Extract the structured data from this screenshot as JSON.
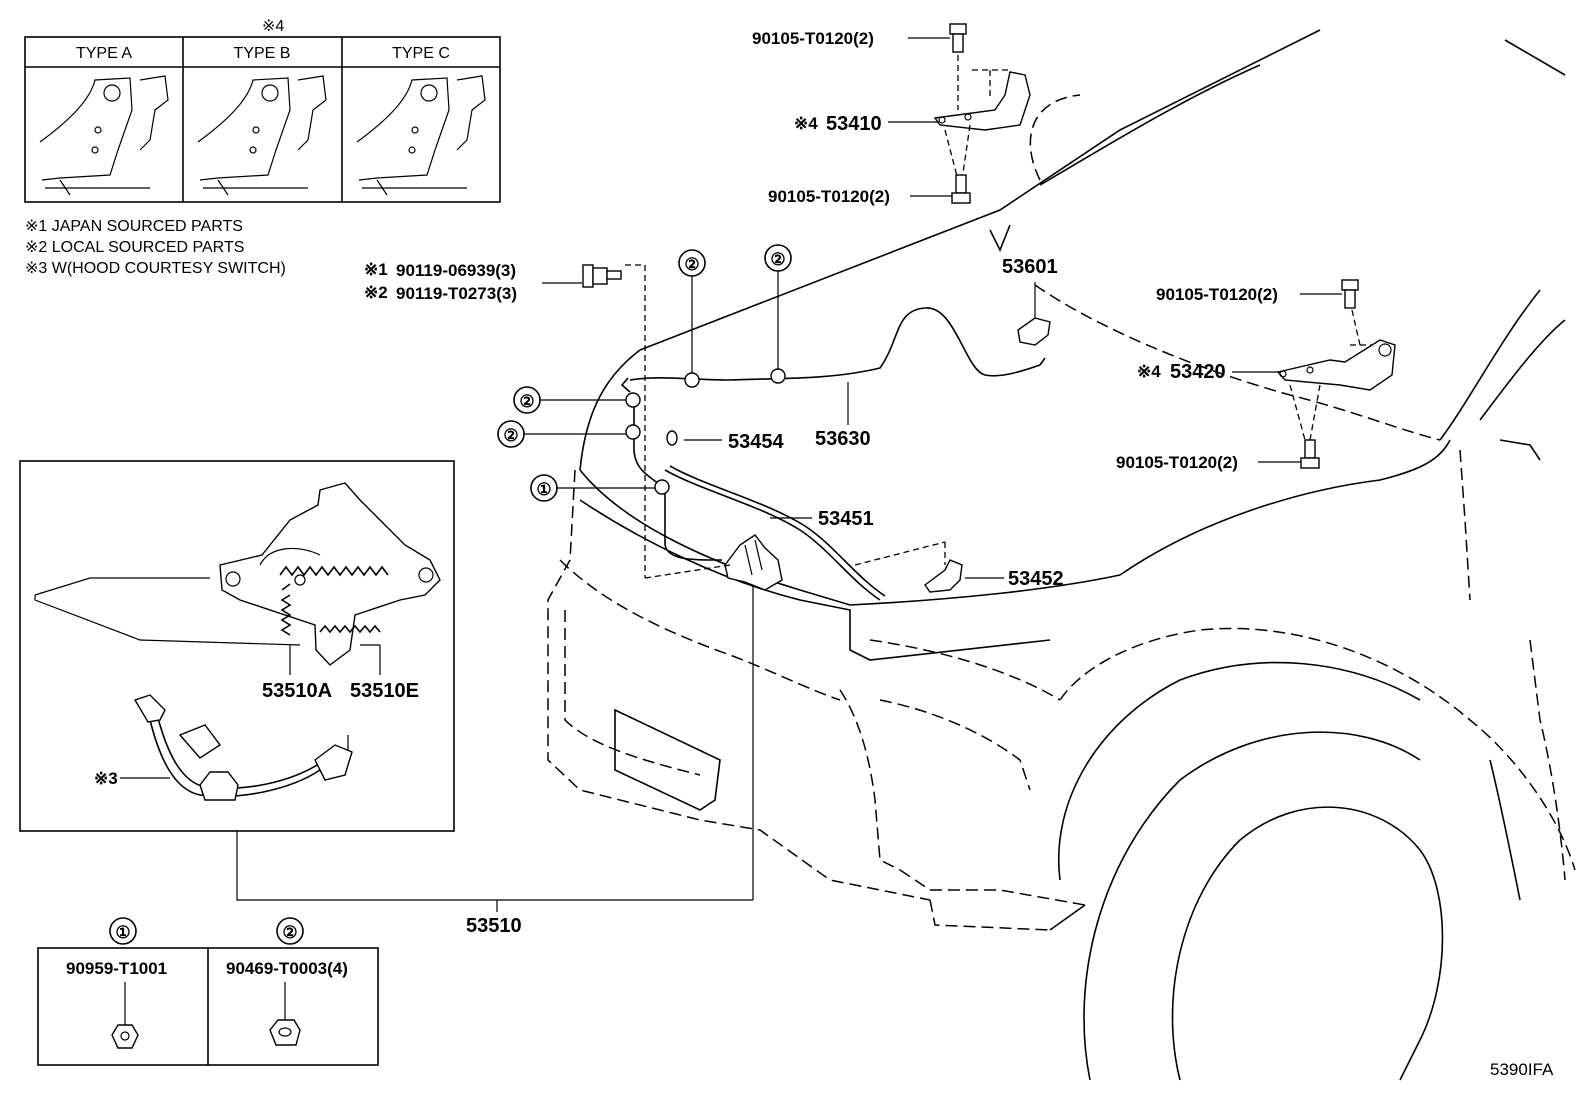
{
  "figure_code": "5390IFA",
  "type_table": {
    "note_marker": "※4",
    "headers": [
      "TYPE A",
      "TYPE B",
      "TYPE C"
    ]
  },
  "notes": [
    "※1 JAPAN SOURCED PARTS",
    "※2 LOCAL SOURCED PARTS",
    "※3 W(HOOD COURTESY SWITCH)"
  ],
  "parts": {
    "bolt_top_upper": "90105-T0120(2)",
    "hinge_left_marker": "※4",
    "hinge_left": "53410",
    "bolt_top_lower": "90105-T0120(2)",
    "seal_53601": "53601",
    "bolt_right_upper": "90105-T0120(2)",
    "hinge_right_marker": "※4",
    "hinge_right": "53420",
    "bolt_right_lower": "90105-T0120(2)",
    "bolt_japan_marker": "※1",
    "bolt_japan": "90119-06939(3)",
    "bolt_local_marker": "※2",
    "bolt_local": "90119-T0273(3)",
    "cushion": "53454",
    "release_cable": "53630",
    "control_cable": "53451",
    "lock_bracket": "53452",
    "spring_a": "53510A",
    "spring_e": "53510E",
    "switch_marker": "※3",
    "lock_assy": "53510"
  },
  "callouts": [
    "①",
    "②"
  ],
  "clip_legend": {
    "items": [
      {
        "marker": "①",
        "part": "90959-T1001"
      },
      {
        "marker": "②",
        "part": "90469-T0003(4)"
      }
    ]
  }
}
